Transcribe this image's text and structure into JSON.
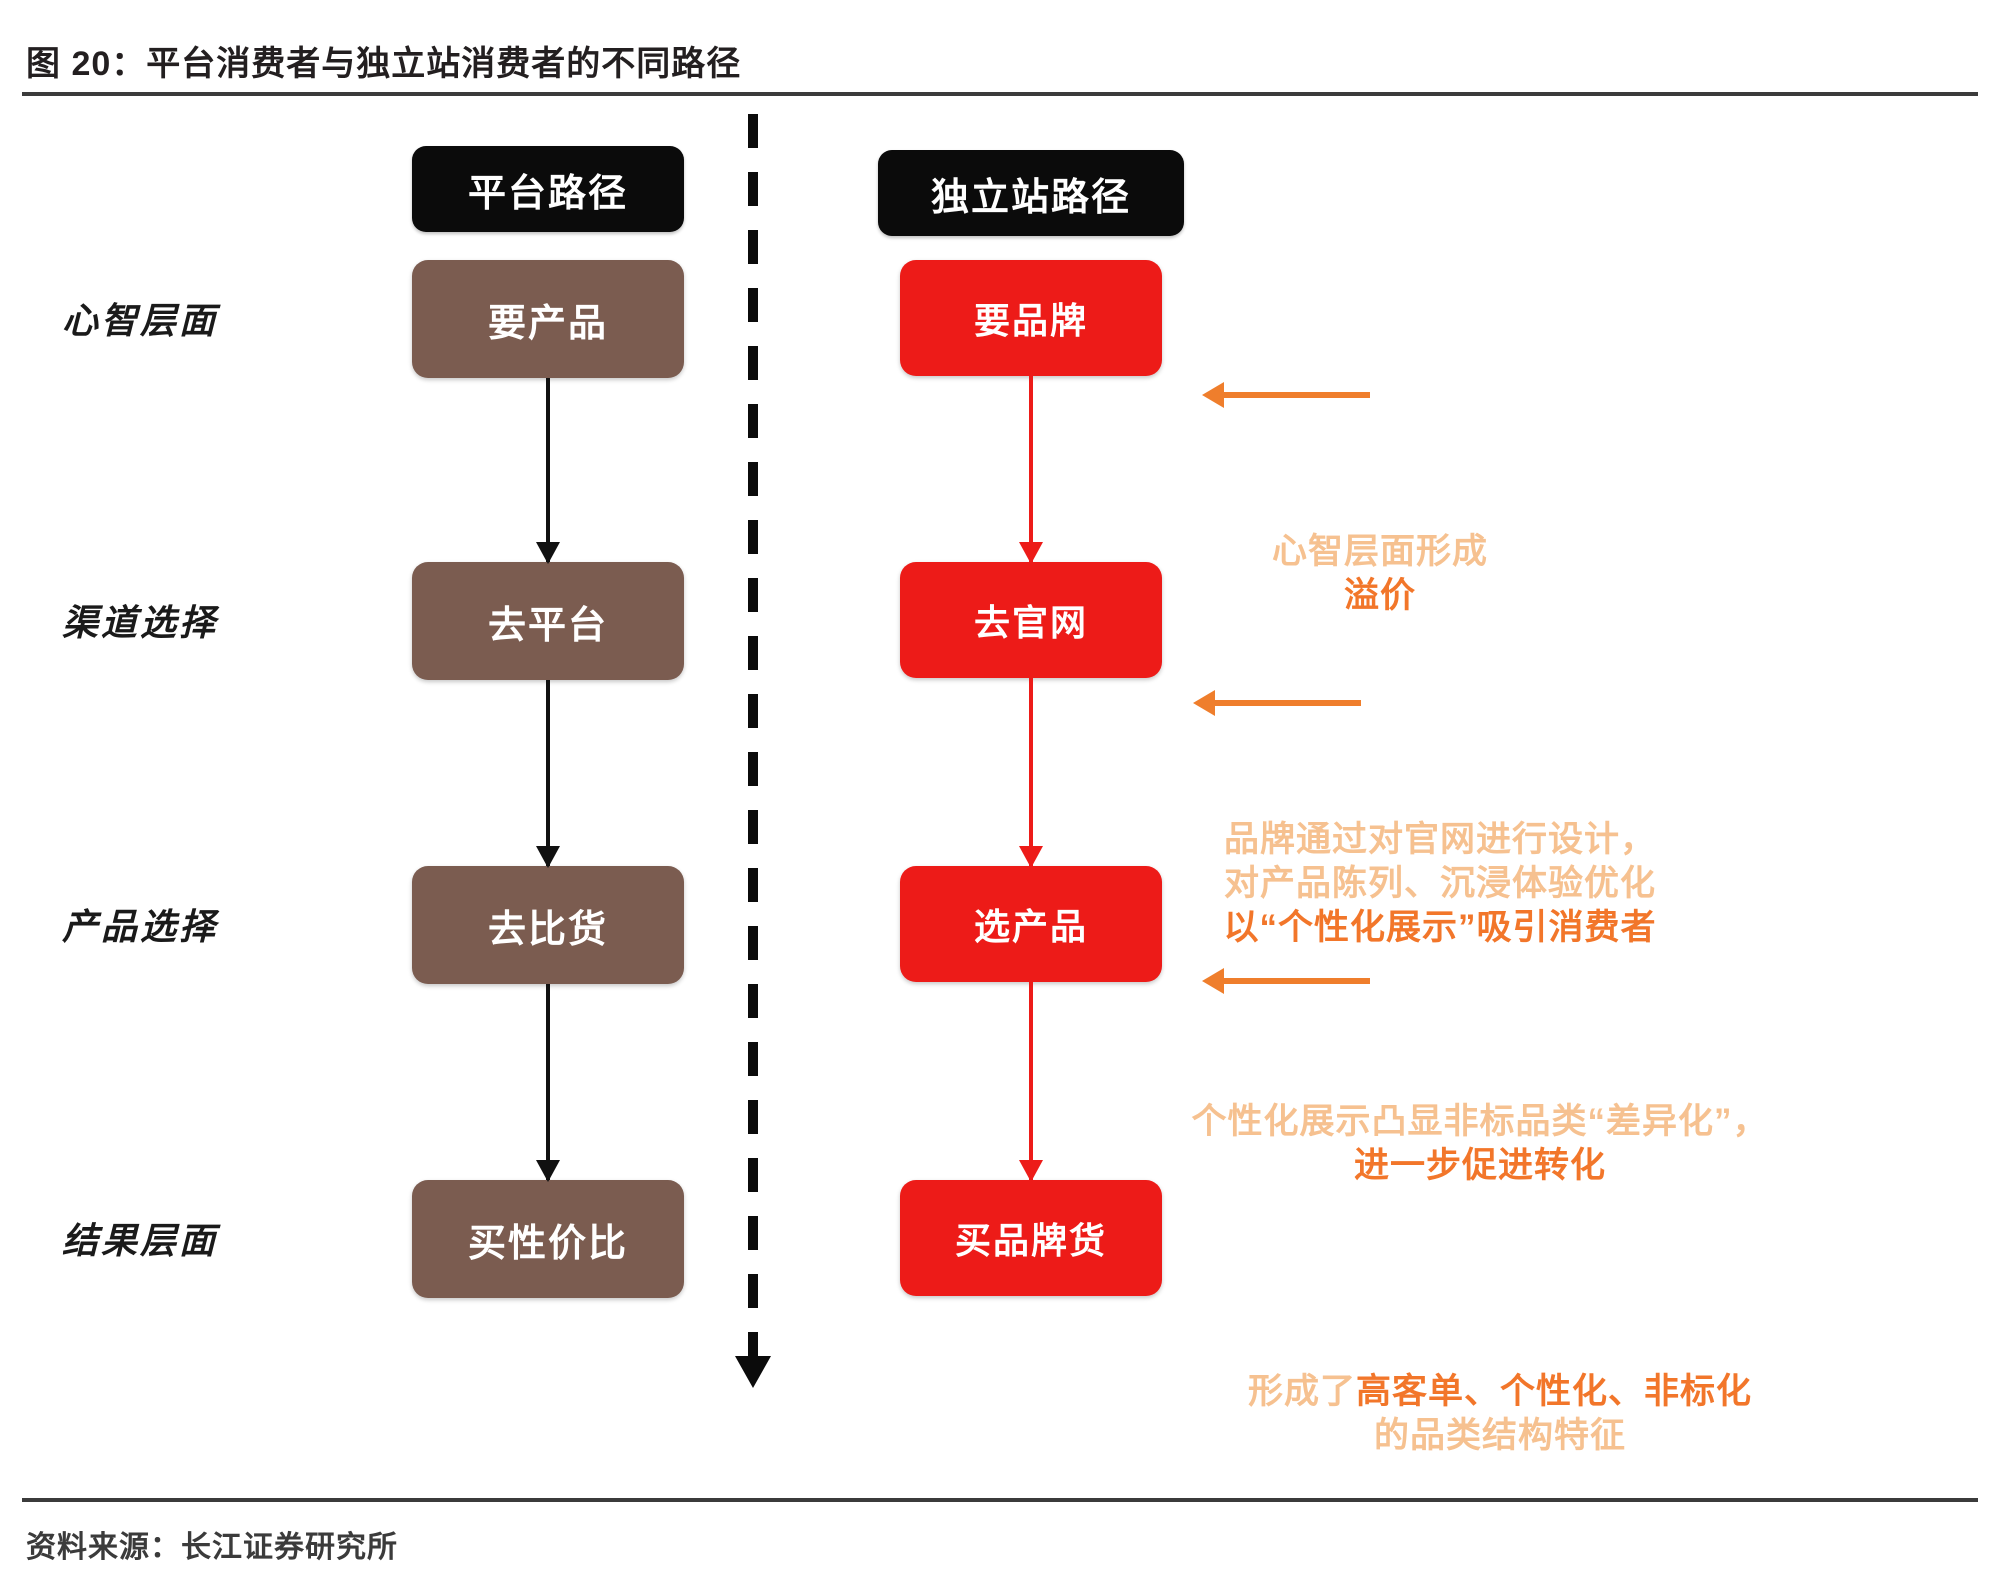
{
  "figure": {
    "title": "图 20：平台消费者与独立站消费者的不同路径",
    "source": "资料来源：长江证券研究所"
  },
  "colors": {
    "platform_node": "#7b5c50",
    "dtc_node": "#ed1b18",
    "header_pill": "#0b0b0b",
    "annotation_light": "#f6c190",
    "annotation_bold": "#f2762a",
    "divider": "#0b0b0b"
  },
  "columns": {
    "platform_header": "平台路径",
    "dtc_header": "独立站路径"
  },
  "rows": [
    {
      "label": "心智层面",
      "platform": "要产品",
      "dtc": "要品牌"
    },
    {
      "label": "渠道选择",
      "platform": "去平台",
      "dtc": "去官网"
    },
    {
      "label": "产品选择",
      "platform": "去比货",
      "dtc": "选产品"
    },
    {
      "label": "结果层面",
      "platform": "买性价比",
      "dtc": "买品牌货"
    }
  ],
  "annotations": [
    {
      "id": "annotation-mindset",
      "lines": [
        {
          "parts": [
            {
              "text": "心智层面形成",
              "weight": "light"
            }
          ]
        },
        {
          "parts": [
            {
              "text": "溢价",
              "weight": "bold"
            }
          ]
        }
      ]
    },
    {
      "id": "annotation-channel",
      "lines": [
        {
          "parts": [
            {
              "text": "品牌通过对官网进行设计，",
              "weight": "light"
            }
          ]
        },
        {
          "parts": [
            {
              "text": "对产品陈列、沉浸体验优化",
              "weight": "light"
            }
          ]
        },
        {
          "parts": [
            {
              "text": "以“个性化展示”吸引消费者",
              "weight": "bold"
            }
          ]
        }
      ]
    },
    {
      "id": "annotation-product",
      "lines": [
        {
          "parts": [
            {
              "text": "个性化展示凸显非标品类“差异化”，",
              "weight": "light"
            }
          ]
        },
        {
          "parts": [
            {
              "text": "进一步促进转化",
              "weight": "bold"
            }
          ]
        }
      ]
    },
    {
      "id": "annotation-result",
      "lines": [
        {
          "parts": [
            {
              "text": "形成了",
              "weight": "light"
            },
            {
              "text": "高客单、个性化、非标化",
              "weight": "bold"
            }
          ]
        },
        {
          "parts": [
            {
              "text": "的品类结构特征",
              "weight": "light"
            }
          ]
        }
      ]
    }
  ]
}
